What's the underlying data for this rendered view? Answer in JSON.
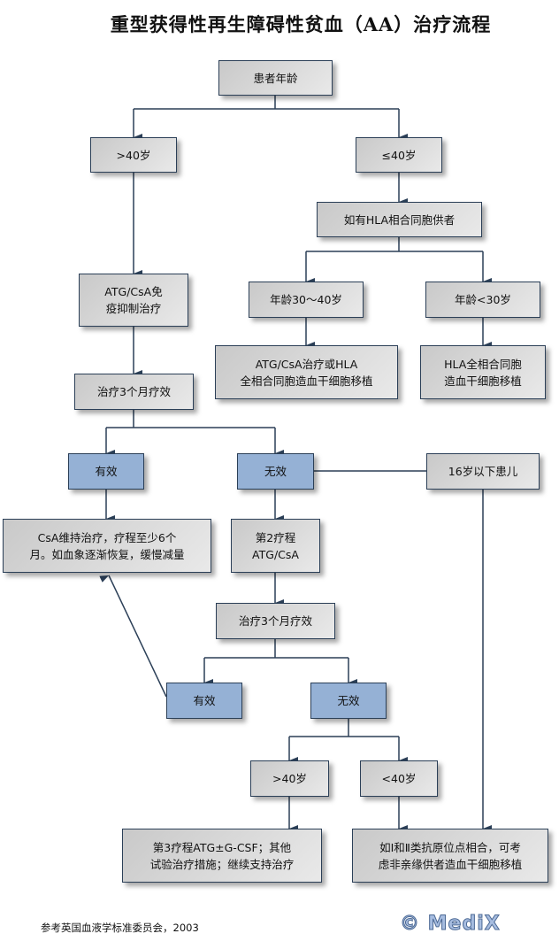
{
  "title": "重型获得性再生障碍性贫血（AA）治疗流程",
  "colors": {
    "node_gray_start": "#c9c9c9",
    "node_gray_end": "#e9e9e9",
    "node_blue": "#95b1d5",
    "border": "#2b3f57",
    "line": "#2b3f57"
  },
  "nodes": {
    "patient_age": "患者年龄",
    "over40": ">40岁",
    "le40": "≤40岁",
    "hla_sibling": "如有HLA相合同胞供者",
    "age30_40": "年龄30～40岁",
    "age_under30": "年龄<30岁",
    "atg_or_hla": "ATG/CsA治疗或HLA\n全相合同胞造血干细胞移植",
    "hla_transplant": "HLA全相合同胞\n造血干细胞移植",
    "ist": "ATG/CsA免\n疫抑制治疗",
    "eval1": "治疗3个月疗效",
    "effective1": "有效",
    "ineffective1": "无效",
    "children16": "16岁以下患儿",
    "csa_maint": "CsA维持治疗，疗程至少6个\n月。如血象逐渐恢复，缓慢减量",
    "second_course": "第2疗程\nATG/CsA",
    "eval2": "治疗3个月疗效",
    "effective2": "有效",
    "ineffective2": "无效",
    "over40_b": ">40岁",
    "under40_b": "<40岁",
    "third_course": "第3疗程ATG±G-CSF；其他\n试验治疗措施；继续支持治疗",
    "unrelated": "如Ⅰ和Ⅱ类抗原位点相合，可考\n虑非亲缘供者造血干细胞移植"
  },
  "footer": {
    "reference": "参考英国血液学标准委员会，2003",
    "logo": "© MediX"
  }
}
